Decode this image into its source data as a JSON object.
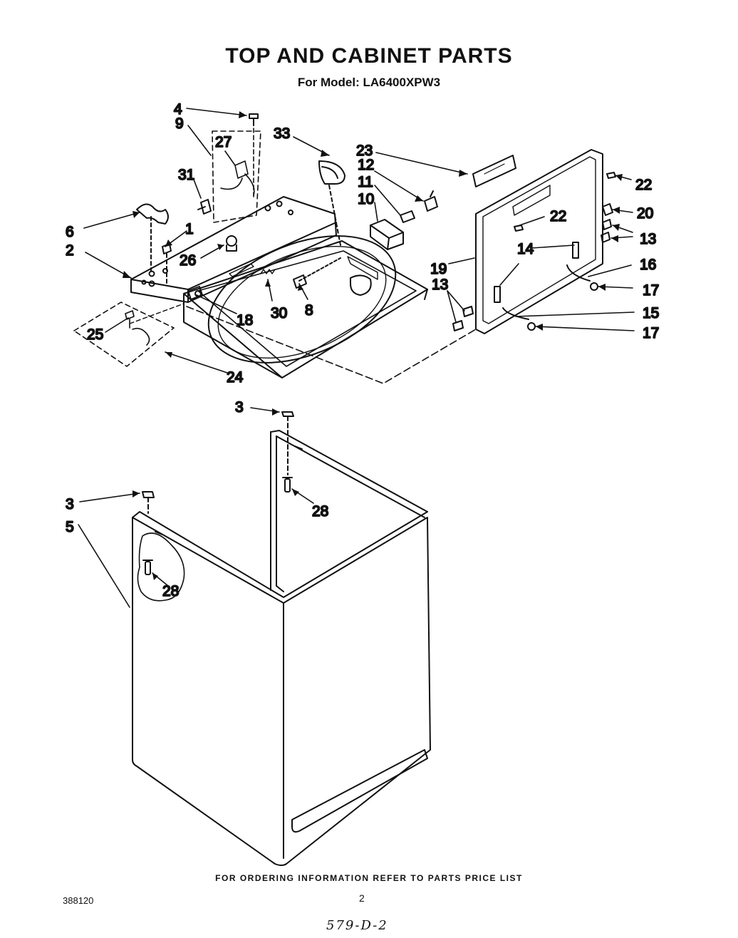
{
  "title": "TOP AND CABINET PARTS",
  "subtitle": "For Model: LA6400XPW3",
  "footer_note": "FOR ORDERING INFORMATION REFER TO PARTS PRICE LIST",
  "document_number": "388120",
  "page_number": "2",
  "handwritten_note": "579-D-2",
  "callouts": [
    {
      "id": "c4",
      "text": "4"
    },
    {
      "id": "c9",
      "text": "9"
    },
    {
      "id": "c27",
      "text": "27"
    },
    {
      "id": "c33",
      "text": "33"
    },
    {
      "id": "c23",
      "text": "23"
    },
    {
      "id": "c12",
      "text": "12"
    },
    {
      "id": "c11",
      "text": "11"
    },
    {
      "id": "c10",
      "text": "10"
    },
    {
      "id": "c31",
      "text": "31"
    },
    {
      "id": "c6",
      "text": "6"
    },
    {
      "id": "c1",
      "text": "1"
    },
    {
      "id": "c2",
      "text": "2"
    },
    {
      "id": "c26",
      "text": "26"
    },
    {
      "id": "c30",
      "text": "30"
    },
    {
      "id": "c8",
      "text": "8"
    },
    {
      "id": "c18",
      "text": "18"
    },
    {
      "id": "c25",
      "text": "25"
    },
    {
      "id": "c24",
      "text": "24"
    },
    {
      "id": "c22a",
      "text": "22"
    },
    {
      "id": "c22b",
      "text": "22"
    },
    {
      "id": "c20",
      "text": "20"
    },
    {
      "id": "c13a",
      "text": "13"
    },
    {
      "id": "c14",
      "text": "14"
    },
    {
      "id": "c19",
      "text": "19"
    },
    {
      "id": "c16",
      "text": "16"
    },
    {
      "id": "c17a",
      "text": "17"
    },
    {
      "id": "c13b",
      "text": "13"
    },
    {
      "id": "c15",
      "text": "15"
    },
    {
      "id": "c17b",
      "text": "17"
    },
    {
      "id": "c3a",
      "text": "3"
    },
    {
      "id": "c28a",
      "text": "28"
    },
    {
      "id": "c3b",
      "text": "3"
    },
    {
      "id": "c5",
      "text": "5"
    },
    {
      "id": "c28b",
      "text": "28"
    }
  ]
}
